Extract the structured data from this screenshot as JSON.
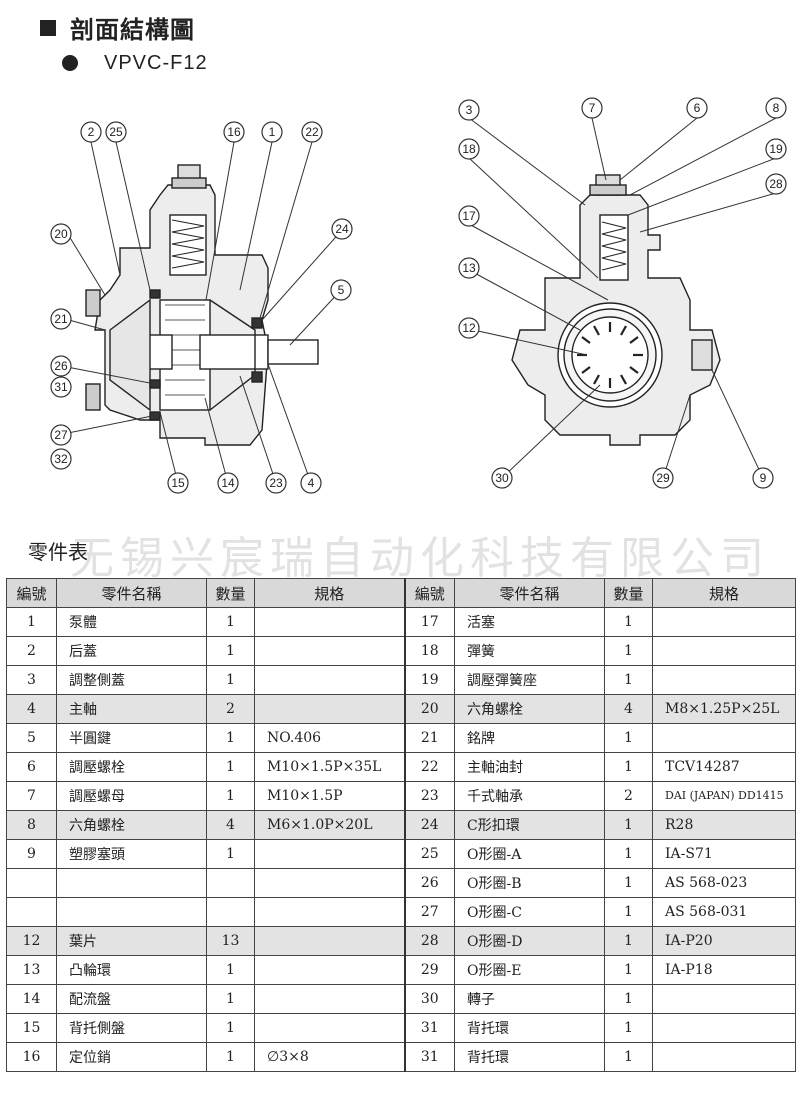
{
  "section_title": "剖面結構圖",
  "model": "VPVC-F12",
  "parts_title": "零件表",
  "watermark": "无锡兴宸瑞自动化科技有限公司",
  "left_callouts": [
    "2",
    "25",
    "16",
    "1",
    "22",
    "20",
    "24",
    "5",
    "21",
    "26",
    "31",
    "27",
    "32",
    "15",
    "14",
    "23",
    "4"
  ],
  "right_callouts": [
    "3",
    "7",
    "6",
    "8",
    "18",
    "19",
    "28",
    "17",
    "13",
    "12",
    "30",
    "29",
    "9"
  ],
  "table": {
    "headers": [
      "編號",
      "零件名稱",
      "數量",
      "規格",
      "編號",
      "零件名稱",
      "數量",
      "規格"
    ],
    "rows": [
      {
        "hl": false,
        "cells": [
          "1",
          "泵體",
          "1",
          "",
          "17",
          "活塞",
          "1",
          ""
        ]
      },
      {
        "hl": false,
        "cells": [
          "2",
          "后蓋",
          "1",
          "",
          "18",
          "彈簧",
          "1",
          ""
        ]
      },
      {
        "hl": false,
        "cells": [
          "3",
          "調整側蓋",
          "1",
          "",
          "19",
          "調壓彈簧座",
          "1",
          ""
        ]
      },
      {
        "hl": true,
        "cells": [
          "4",
          "主軸",
          "2",
          "",
          "20",
          "六角螺栓",
          "4",
          "M8×1.25P×25L"
        ]
      },
      {
        "hl": false,
        "cells": [
          "5",
          "半圓鍵",
          "1",
          "NO.406",
          "21",
          "銘牌",
          "1",
          ""
        ]
      },
      {
        "hl": false,
        "cells": [
          "6",
          "調壓螺栓",
          "1",
          "M10×1.5P×35L",
          "22",
          "主軸油封",
          "1",
          "TCV14287"
        ]
      },
      {
        "hl": false,
        "cells": [
          "7",
          "調壓螺母",
          "1",
          "M10×1.5P",
          "23",
          "千式軸承",
          "2",
          "DAI (JAPAN) DD1415"
        ]
      },
      {
        "hl": true,
        "cells": [
          "8",
          "六角螺栓",
          "4",
          "M6×1.0P×20L",
          "24",
          "C形扣環",
          "1",
          "R28"
        ]
      },
      {
        "hl": false,
        "cells": [
          "9",
          "塑膠塞頭",
          "1",
          "",
          "25",
          "O形圈-A",
          "1",
          "IA-S71"
        ]
      },
      {
        "hl": false,
        "cells": [
          "",
          "",
          "",
          "",
          "26",
          "O形圈-B",
          "1",
          "AS 568-023"
        ]
      },
      {
        "hl": false,
        "cells": [
          "",
          "",
          "",
          "",
          "27",
          "O形圈-C",
          "1",
          "AS 568-031"
        ]
      },
      {
        "hl": true,
        "cells": [
          "12",
          "葉片",
          "13",
          "",
          "28",
          "O形圈-D",
          "1",
          "IA-P20"
        ]
      },
      {
        "hl": false,
        "cells": [
          "13",
          "凸輪環",
          "1",
          "",
          "29",
          "O形圈-E",
          "1",
          "IA-P18"
        ]
      },
      {
        "hl": false,
        "cells": [
          "14",
          "配流盤",
          "1",
          "",
          "30",
          "轉子",
          "1",
          ""
        ]
      },
      {
        "hl": false,
        "cells": [
          "15",
          "背托側盤",
          "1",
          "",
          "31",
          "背托環",
          "1",
          ""
        ]
      },
      {
        "hl": false,
        "cells": [
          "16",
          "定位銷",
          "1",
          "∅3×8",
          "31",
          "背托環",
          "1",
          ""
        ]
      }
    ]
  }
}
